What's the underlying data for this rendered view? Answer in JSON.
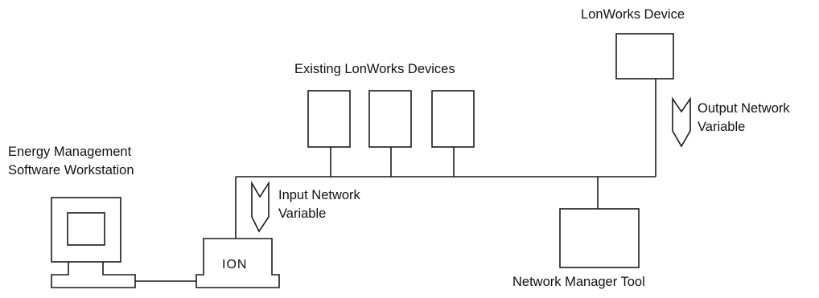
{
  "labels": {
    "lonworks_device": "LonWorks Device",
    "existing_devices": "Existing LonWorks Devices",
    "output_nv_line1": "Output Network",
    "output_nv_line2": "Variable",
    "workstation_line1": "Energy Management",
    "workstation_line2": "Software Workstation",
    "input_nv_line1": "Input Network",
    "input_nv_line2": "Variable",
    "ion": "ION",
    "network_manager_tool": "Network Manager Tool"
  },
  "colors": {
    "line": "#1a1a1a",
    "text": "#111111",
    "background": "#ffffff"
  }
}
